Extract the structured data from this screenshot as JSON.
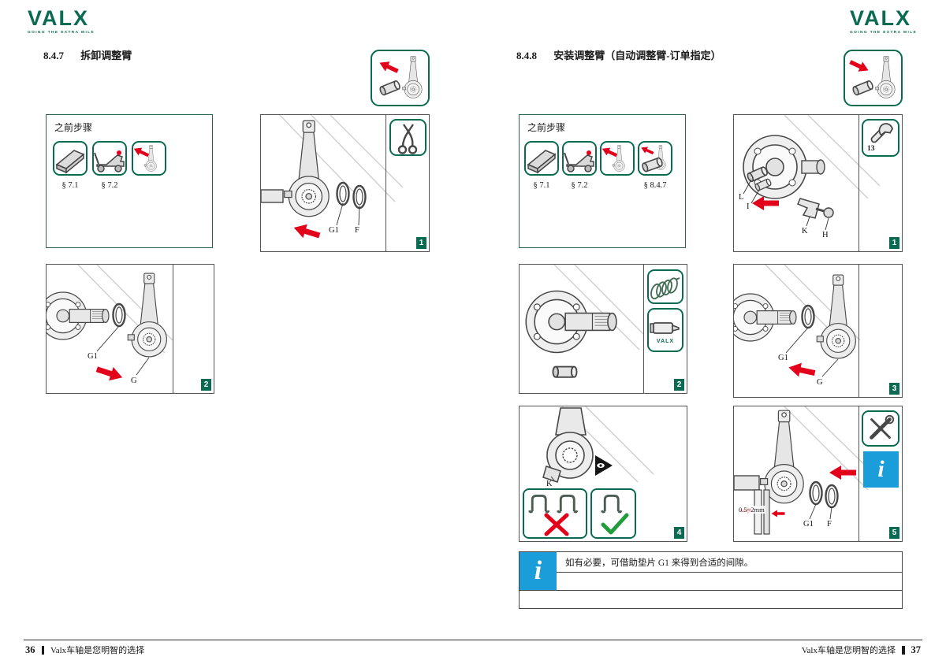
{
  "brand": {
    "logo": "VALX",
    "tagline": "GOING THE EXTRA MILE"
  },
  "colors": {
    "green": "#0a6b52",
    "red": "#e2001a",
    "blue": "#1b9dd9"
  },
  "icons": {
    "info": "i"
  },
  "left": {
    "section_number": "8.4.7",
    "section_title": "拆卸调整臂",
    "prev_title": "之前步骤",
    "prev_labels": {
      "s71": "§ 7.1",
      "s72": "§ 7.2"
    },
    "panel1": {
      "num": "1",
      "label_g1": "G1",
      "label_f": "F"
    },
    "panel2": {
      "num": "2",
      "label_g1": "G1",
      "label_g": "G"
    },
    "footer": {
      "page": "36",
      "slogan": "Valx车轴是您明智的选择"
    }
  },
  "right": {
    "section_number": "8.4.8",
    "section_title": "安装调整臂（自动调整臂-订单指定）",
    "prev_title": "之前步骤",
    "prev_labels": {
      "s71": "§ 7.1",
      "s72": "§ 7.2",
      "s847": "§ 8.4.7"
    },
    "panel1": {
      "num": "1",
      "label_l": "L",
      "label_i": "I",
      "label_k": "K",
      "label_h": "H",
      "wrench_size": "13"
    },
    "panel2": {
      "num": "2",
      "grease_brand": "VALX"
    },
    "panel3": {
      "num": "3",
      "label_g1": "G1",
      "label_g": "G"
    },
    "panel4": {
      "num": "4",
      "label_k": "K"
    },
    "panel5": {
      "num": "5",
      "label_g1": "G1",
      "label_f": "F",
      "gap_text": "0.5~2mm"
    },
    "info_note": "如有必要，可借助垫片 G1 来得到合适的间隙。",
    "footer": {
      "page": "37",
      "slogan": "Valx车轴是您明智的选择"
    }
  }
}
